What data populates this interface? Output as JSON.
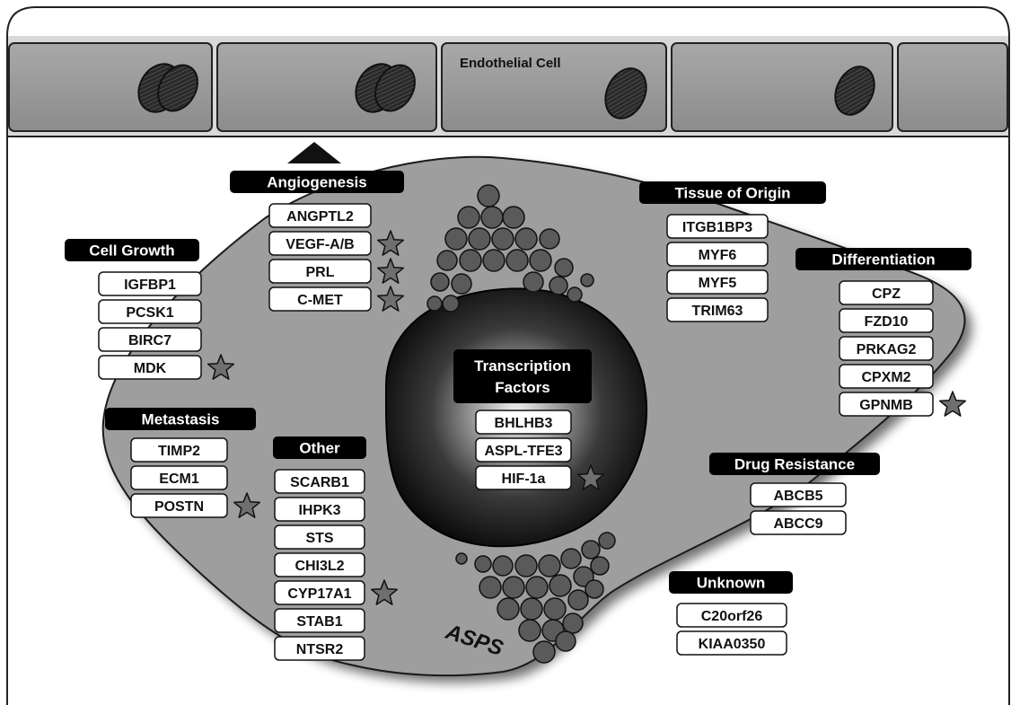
{
  "endothelial": {
    "label": "Endothelial Cell"
  },
  "cell_label": "ASPS",
  "groups": [
    {
      "key": "angiogenesis",
      "header": "Angiogenesis",
      "genes": [
        {
          "name": "ANGPTL2",
          "star": false
        },
        {
          "name": "VEGF-A/B",
          "star": true
        },
        {
          "name": "PRL",
          "star": true
        },
        {
          "name": "C-MET",
          "star": true
        }
      ]
    },
    {
      "key": "cell-growth",
      "header": "Cell Growth",
      "genes": [
        {
          "name": "IGFBP1",
          "star": false
        },
        {
          "name": "PCSK1",
          "star": false
        },
        {
          "name": "BIRC7",
          "star": false
        },
        {
          "name": "MDK",
          "star": true
        }
      ]
    },
    {
      "key": "metastasis",
      "header": "Metastasis",
      "genes": [
        {
          "name": "TIMP2",
          "star": false
        },
        {
          "name": "ECM1",
          "star": false
        },
        {
          "name": "POSTN",
          "star": true
        }
      ]
    },
    {
      "key": "other",
      "header": "Other",
      "genes": [
        {
          "name": "SCARB1",
          "star": false
        },
        {
          "name": "IHPK3",
          "star": false
        },
        {
          "name": "STS",
          "star": false
        },
        {
          "name": "CHI3L2",
          "star": false
        },
        {
          "name": "CYP17A1",
          "star": true
        },
        {
          "name": "STAB1",
          "star": false
        },
        {
          "name": "NTSR2",
          "star": false
        }
      ]
    },
    {
      "key": "transcription-factors",
      "header": [
        "Transcription",
        "Factors"
      ],
      "genes": [
        {
          "name": "BHLHB3",
          "star": false
        },
        {
          "name": "ASPL-TFE3",
          "star": false
        },
        {
          "name": "HIF-1a",
          "star": true
        }
      ]
    },
    {
      "key": "tissue-of-origin",
      "header": "Tissue of Origin",
      "genes": [
        {
          "name": "ITGB1BP3",
          "star": false
        },
        {
          "name": "MYF6",
          "star": false
        },
        {
          "name": "MYF5",
          "star": false
        },
        {
          "name": "TRIM63",
          "star": false
        }
      ]
    },
    {
      "key": "differentiation",
      "header": "Differentiation",
      "genes": [
        {
          "name": "CPZ",
          "star": false
        },
        {
          "name": "FZD10",
          "star": false
        },
        {
          "name": "PRKAG2",
          "star": false
        },
        {
          "name": "CPXM2",
          "star": false
        },
        {
          "name": "GPNMB",
          "star": true
        }
      ]
    },
    {
      "key": "drug-resistance",
      "header": "Drug Resistance",
      "genes": [
        {
          "name": "ABCB5",
          "star": false
        },
        {
          "name": "ABCC9",
          "star": false
        }
      ]
    },
    {
      "key": "unknown",
      "header": "Unknown",
      "genes": [
        {
          "name": "C20orf26",
          "star": false
        },
        {
          "name": "KIAA0350",
          "star": false
        }
      ]
    }
  ]
}
